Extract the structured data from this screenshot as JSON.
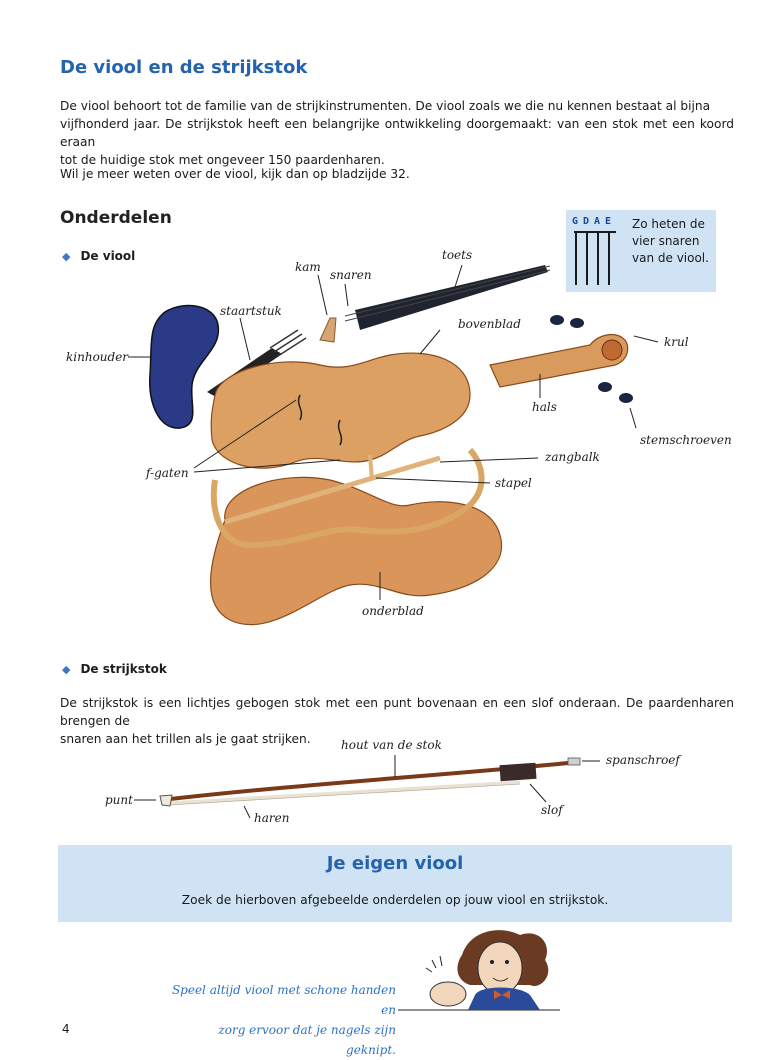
{
  "page": {
    "title": "De viool en de strijkstok",
    "intro_lines": [
      "De viool behoort tot de familie van de strijkinstrumenten. De viool zoals we die nu kennen bestaat al bijna",
      "vijfhonderd jaar. De strijkstok heeft een belangrijke ontwikkeling doorgemaakt: van een stok met een koord eraan",
      "tot de huidige stok met ongeveer 150 paardenharen."
    ],
    "more_info": "Wil je meer weten over de viool, kijk dan op bladzijde 32.",
    "section_heading": "Onderdelen",
    "page_number": "4"
  },
  "violin": {
    "bullet": "De viool",
    "labels": {
      "kam": "kam",
      "snaren": "snaren",
      "toets": "toets",
      "staartstuk": "staartstuk",
      "bovenblad": "bovenblad",
      "kinhouder": "kinhouder",
      "krul": "krul",
      "hals": "hals",
      "stemschroeven": "stemschroeven",
      "f_gaten": "f-gaten",
      "zangbalk": "zangbalk",
      "stapel": "stapel",
      "onderblad": "onderblad"
    }
  },
  "infobox": {
    "strings": [
      "G",
      "D",
      "A",
      "E"
    ],
    "lines": [
      "Zo heten de",
      "vier snaren",
      "van de viool."
    ]
  },
  "bow": {
    "bullet": "De strijkstok",
    "text_lines": [
      "De strijkstok is een lichtjes gebogen stok met een punt bovenaan en een slof onderaan. De paardenharen brengen de",
      "snaren aan het trillen als je gaat strijken."
    ],
    "labels": {
      "hout": "hout van de stok",
      "spanschroef": "spanschroef",
      "punt": "punt",
      "slof": "slof",
      "haren": "haren"
    }
  },
  "banner": {
    "title": "Je eigen viool",
    "text": "Zoek de hierboven afgebeelde onderdelen op jouw viool en strijkstok."
  },
  "tip": {
    "lines": [
      "Speel altijd viool met schone handen en",
      "zorg ervoor dat je nagels zijn geknipt."
    ]
  },
  "colors": {
    "accent": "#2563ad",
    "box": "#cfe3f4",
    "wood": "#d99a5e"
  }
}
